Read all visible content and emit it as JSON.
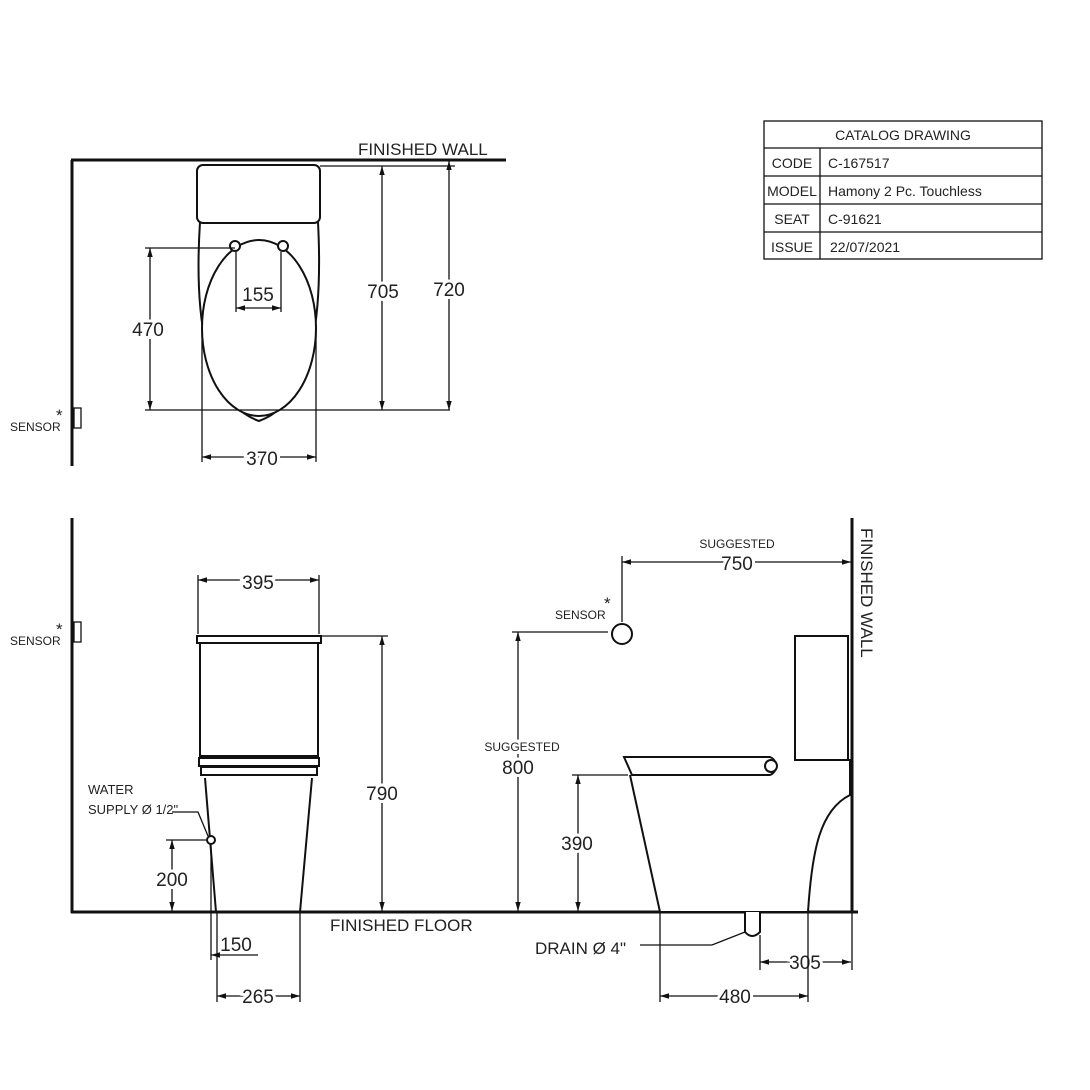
{
  "catalog": {
    "title": "CATALOG  DRAWING",
    "rows": [
      {
        "key": "CODE",
        "value": "C-167517"
      },
      {
        "key": "MODEL",
        "value": "Hamony 2 Pc. Touchless"
      },
      {
        "key": "SEAT",
        "value": "C-91621"
      },
      {
        "key": "ISSUE",
        "value": "22/07/2021"
      }
    ]
  },
  "top_view": {
    "wall_label": "FINISHED WALL",
    "sensor_label": "SENSOR",
    "sensor_mark": "*",
    "dims": {
      "hinge": "155",
      "seat_len": "470",
      "bowl_len": "705",
      "total_len": "720",
      "width": "370"
    }
  },
  "front_view": {
    "sensor_label": "SENSOR",
    "sensor_mark": "*",
    "floor_label": "FINISHED FLOOR",
    "water_supply_line1": "WATER",
    "water_supply_line2": "SUPPLY Ø 1/2\"",
    "dims": {
      "tank_width": "395",
      "height": "790",
      "supply_height": "200",
      "supply_offset": "150",
      "base_width": "265"
    }
  },
  "side_view": {
    "wall_label": "FINISHED WALL",
    "sensor_label": "SENSOR",
    "sensor_mark": "*",
    "suggested_label": "SUGGESTED",
    "suggested_distance": "750",
    "suggested_height": "800",
    "drain_label": "DRAIN Ø 4\"",
    "dims": {
      "seat_height": "390",
      "drain_offset": "305",
      "base_depth": "480"
    }
  }
}
